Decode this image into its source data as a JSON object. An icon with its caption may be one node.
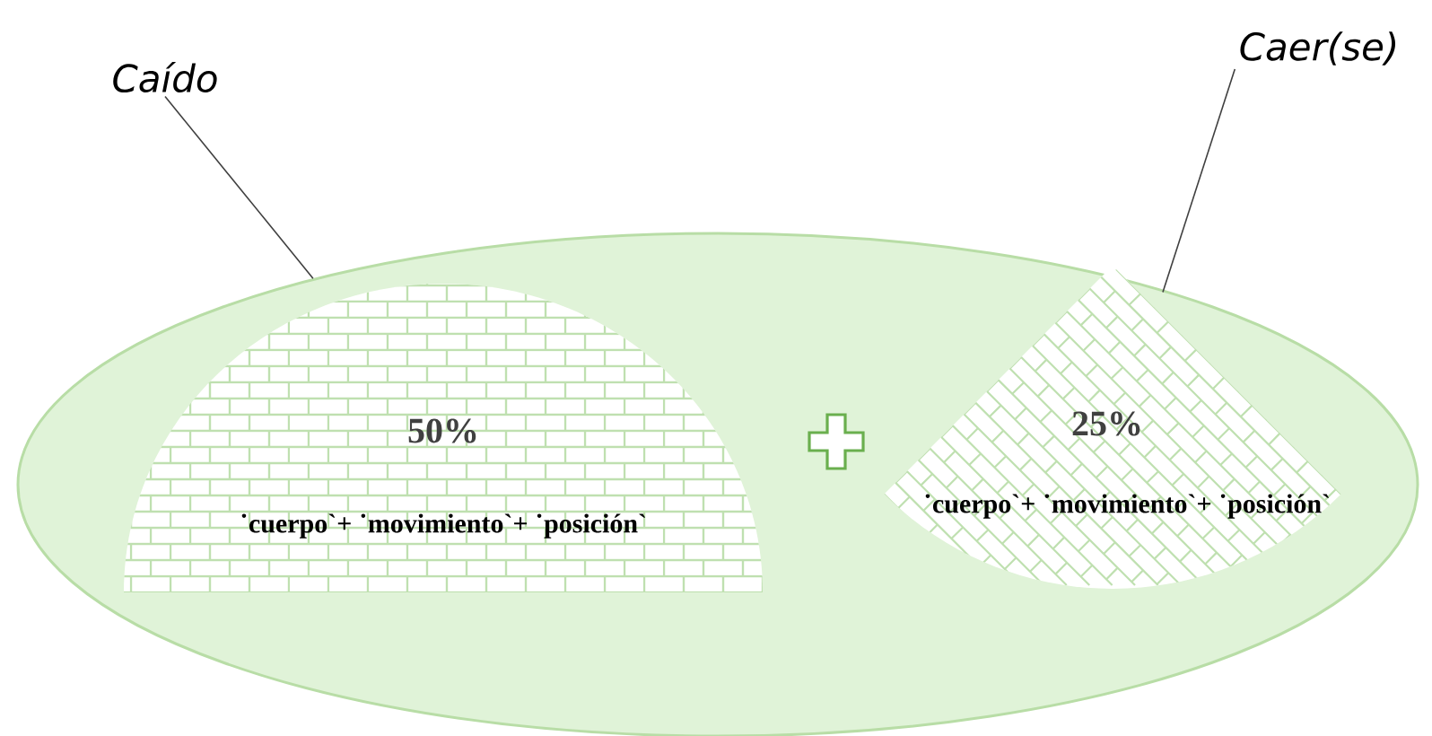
{
  "diagram": {
    "nodes": [
      {
        "text": [
          "Caído"
        ]
      },
      {
        "text": [
          "Caer(se)"
        ]
      },
      {
        "text": [],
        "shape": "ellipse"
      },
      {
        "text": [
          "50%",
          "˙cuerpo`+ ˙movimiento`+ ˙posición`"
        ],
        "in": 2
      },
      {
        "text": [
          "25%",
          "˙cuerpo`+ ˙movimiento`+ ˙posición`"
        ],
        "in": 2
      }
    ],
    "edges": [
      {
        "from": 0,
        "to": 2,
        "arrow": "none"
      },
      {
        "from": 1,
        "to": 4,
        "arrow": "none"
      }
    ]
  }
}
